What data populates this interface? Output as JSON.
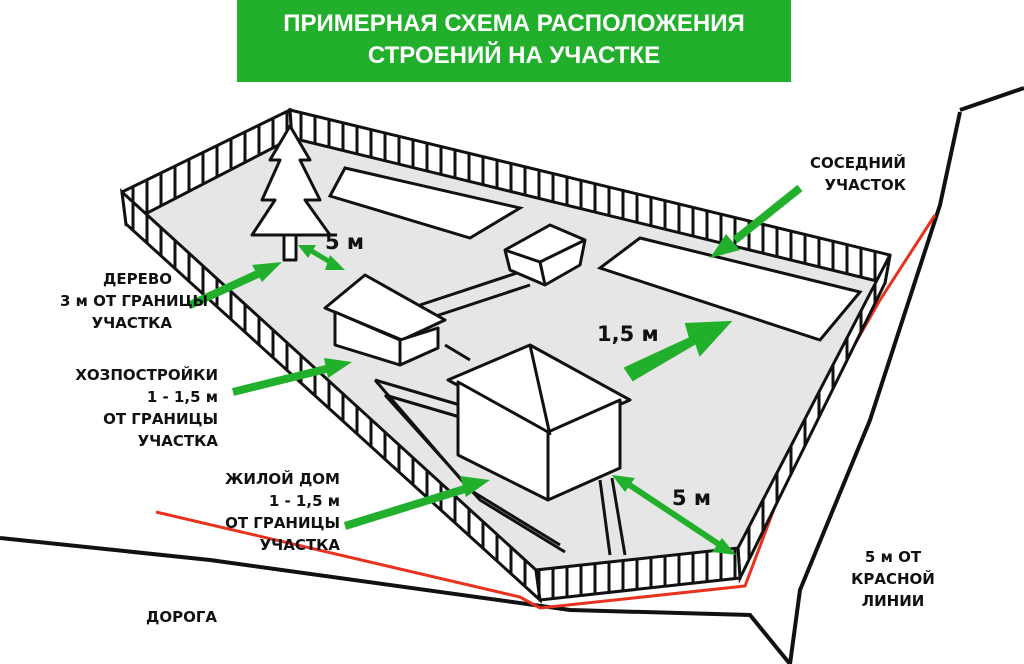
{
  "title": {
    "line1": "ПРИМЕРНАЯ СХЕМА РАСПОЛОЖЕНИЯ",
    "line2": "СТРОЕНИЙ НА УЧАСТКЕ"
  },
  "labels": {
    "tree": [
      "ДЕРЕВО",
      "3 м ОТ ГРАНИЦЫ",
      "УЧАСТКА"
    ],
    "outbuildings": [
      "ХОЗПОСТРОЙКИ",
      "1 - 1,5 м",
      "ОТ ГРАНИЦЫ",
      "УЧАСТКА"
    ],
    "house": [
      "ЖИЛОЙ ДОМ",
      "1 - 1,5 м",
      "ОТ ГРАНИЦЫ",
      "УЧАСТКА"
    ],
    "neighbor": [
      "СОСЕДНИЙ",
      "УЧАСТОК"
    ],
    "red_line": [
      "5 м ОТ",
      "КРАСНОЙ",
      "ЛИНИИ"
    ],
    "road": "ДОРОГА"
  },
  "dimensions": {
    "tree_to_shed": "5 м",
    "house_to_fence": "5 м",
    "neighbor_gap": "1,5 м"
  },
  "colors": {
    "title_bg": "#22b02c",
    "arrow": "#22b02c",
    "red_line": "#e8321e",
    "road_edge": "#111111"
  }
}
